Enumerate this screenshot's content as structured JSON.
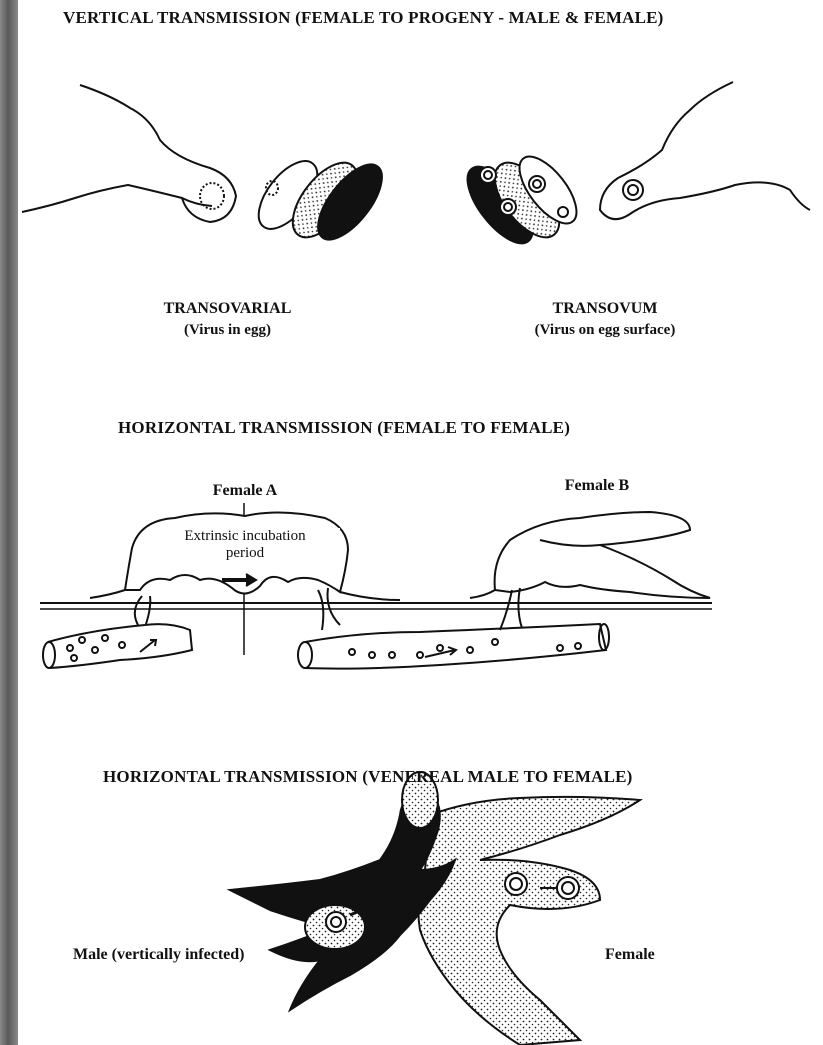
{
  "vertical": {
    "title": "VERTICAL TRANSMISSION (FEMALE TO PROGENY - MALE & FEMALE)",
    "left_label": "TRANSOVARIAL",
    "left_sub": "(Virus in egg)",
    "right_label": "TRANSOVUM",
    "right_sub": "(Virus on egg surface)"
  },
  "horizontal_ff": {
    "title": "HORIZONTAL TRANSMISSION (FEMALE TO FEMALE)",
    "female_a": "Female A",
    "female_b": "Female B",
    "incubation_line1": "Extrinsic incubation",
    "incubation_line2": "period"
  },
  "venereal": {
    "title": "HORIZONTAL TRANSMISSION (VENEREAL MALE TO FEMALE)",
    "male_label": "Male (vertically infected)",
    "female_label": "Female"
  }
}
